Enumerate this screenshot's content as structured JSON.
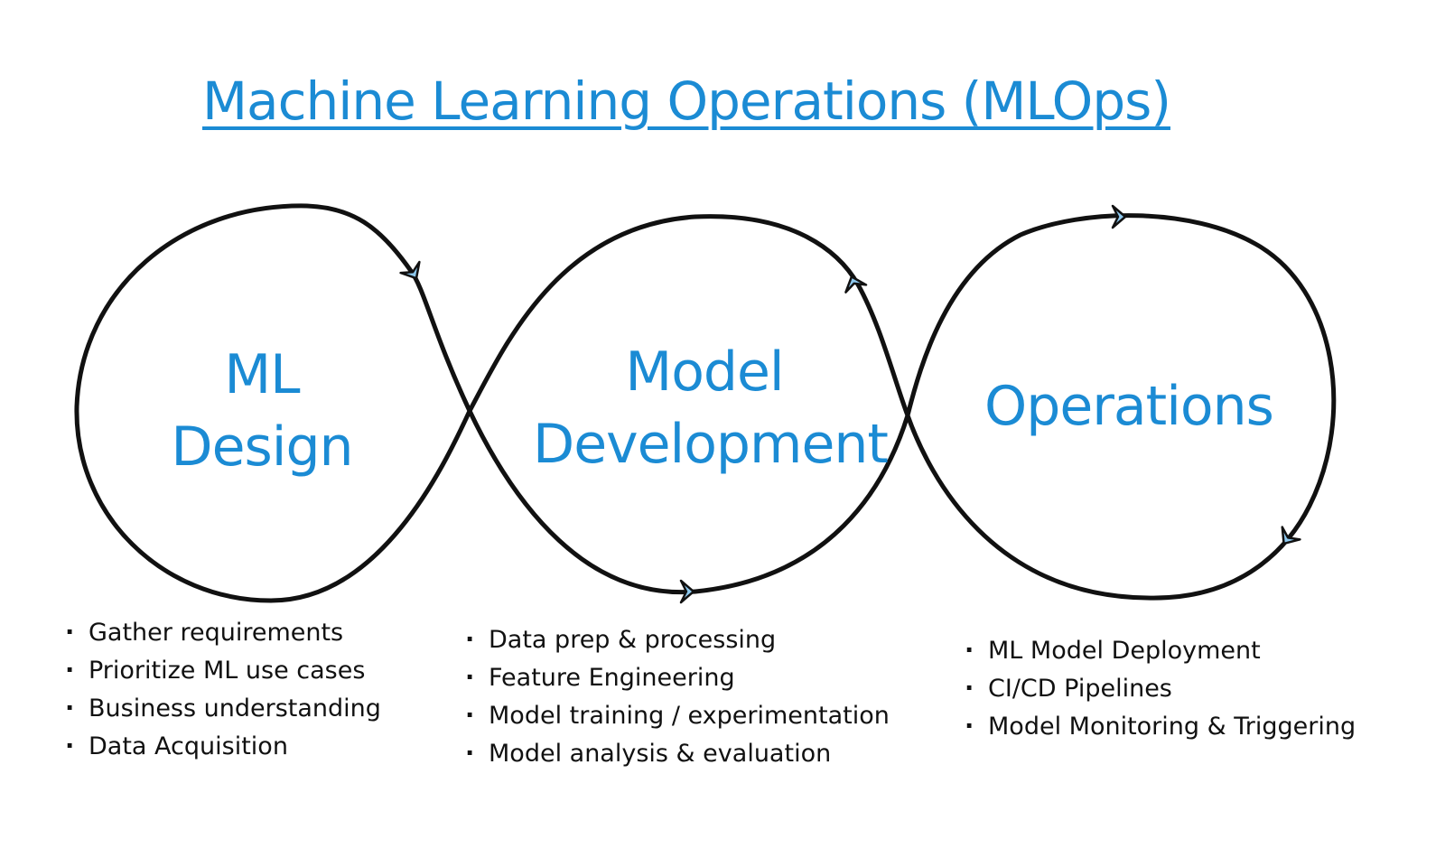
{
  "title": "Machine Learning Operations (MLOps)",
  "colors": {
    "accent": "#1b8bd4",
    "line": "#111111"
  },
  "phases": [
    {
      "lines": [
        "ML",
        "Design"
      ],
      "items": [
        "Gather requirements",
        "Prioritize ML use cases",
        "Business understanding",
        "Data Acquisition"
      ]
    },
    {
      "lines": [
        "Model",
        "Development"
      ],
      "items": [
        "Data prep & processing",
        "Feature Engineering",
        "Model training / experimentation",
        "Model analysis & evaluation"
      ]
    },
    {
      "lines": [
        "Operations"
      ],
      "items": [
        "ML Model Deployment",
        "CI/CD Pipelines",
        "Model Monitoring & Triggering"
      ]
    }
  ]
}
